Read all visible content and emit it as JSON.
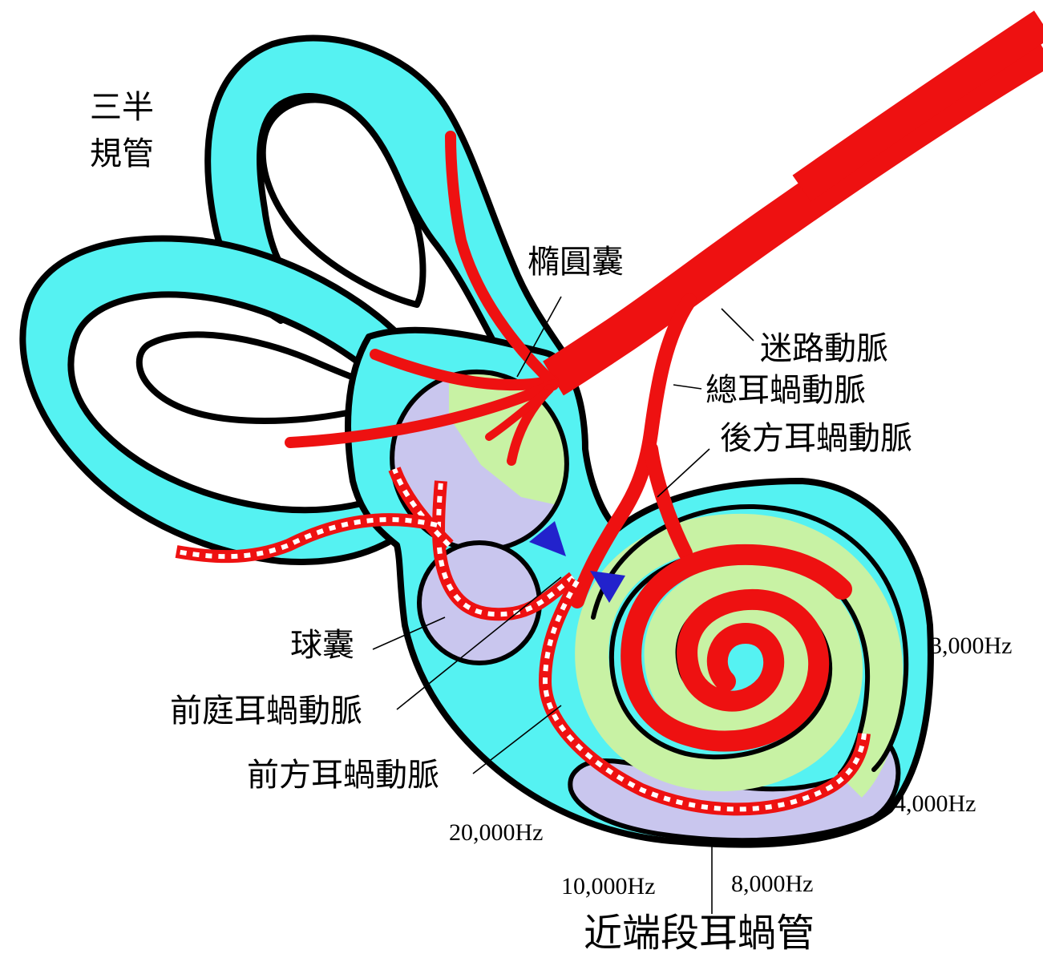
{
  "colors": {
    "fluid": "#55f2f2",
    "outline": "#000000",
    "artery": "#ee1111",
    "utricle_zone": "#c8f2a4",
    "saccule_zone": "#c9c6ee",
    "marker": "#2222cc",
    "background": "#ffffff"
  },
  "labels": {
    "semicircular_line1": "三半",
    "semicircular_line2": "規管",
    "utricle": "橢圓囊",
    "labyrinthine_artery": "迷路動脈",
    "common_cochlear_artery": "總耳蝸動脈",
    "posterior_cochlear_artery": "後方耳蝸動脈",
    "saccule": "球囊",
    "vestibulocochlear_artery": "前庭耳蝸動脈",
    "anterior_cochlear_artery": "前方耳蝸動脈",
    "proximal_cochlea": "近端段耳蝸管"
  },
  "frequencies": {
    "f3000": "3,000Hz",
    "f4000": "4,000Hz",
    "f8000": "8,000Hz",
    "f10000": "10,000Hz",
    "f20000": "20,000Hz"
  }
}
